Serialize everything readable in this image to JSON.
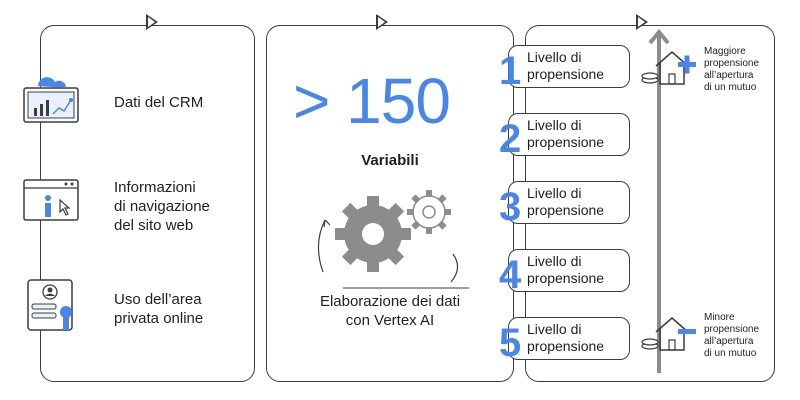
{
  "sources": [
    {
      "label": "Dati del CRM",
      "icon": "crm-dashboard-icon"
    },
    {
      "label": "Informazioni\ndi navigazione\ndel sito web",
      "icon": "website-info-icon"
    },
    {
      "label": "Uso dell’area\nprivata online",
      "icon": "private-area-icon"
    }
  ],
  "processing": {
    "metric_value": "> 150",
    "metric_label": "Variabili",
    "caption": "Elaborazione dei dati\ncon Vertex AI",
    "icon": "gears-icon"
  },
  "levels": [
    {
      "number": "1",
      "label": "Livello di\npropensione"
    },
    {
      "number": "2",
      "label": "Livello di\npropensione"
    },
    {
      "number": "3",
      "label": "Livello di\npropensione"
    },
    {
      "number": "4",
      "label": "Livello di\npropensione"
    },
    {
      "number": "5",
      "label": "Livello di\npropensione"
    }
  ],
  "scale": {
    "top_label": "Maggiore\npropensione\nall’apertura\ndi un mutuo",
    "bottom_label": "Minore\npropensione\nall’apertura\ndi un mutuo",
    "top_icon": "house-plus-icon",
    "bottom_icon": "house-minus-icon"
  },
  "colors": {
    "accent": "#4a86e8",
    "outline": "#3c3c3c",
    "gear": "#8c8c8c"
  }
}
